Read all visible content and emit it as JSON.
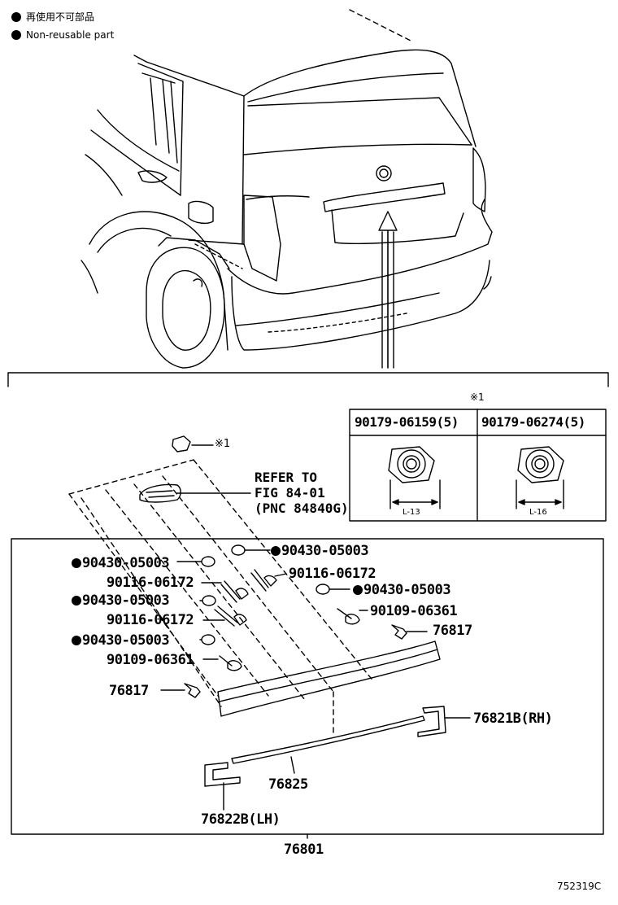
{
  "legend": {
    "jp": "再使用不可部品",
    "en": "Non-reusable part"
  },
  "note_marker": "※1",
  "refer": {
    "line1": "REFER TO",
    "line2": "FIG 84-01",
    "line3": "(PNC 84840G)"
  },
  "nut_table": {
    "col1_header": "90179-06159(5)",
    "col2_header": "90179-06274(5)",
    "col1_dim": "L-13",
    "col2_dim": "L-16"
  },
  "parts": {
    "p1": "90430-05003",
    "p2": "90430-05003",
    "p3": "90116-06172",
    "p4": "90116-06172",
    "p5": "90430-05003",
    "p6": "90430-05003",
    "p7": "90109-06361",
    "p8": "90116-06172",
    "p9": "90430-05003",
    "p10": "90109-06361",
    "p11": "76817",
    "p12": "76817",
    "p13": "76821B(RH)",
    "p14": "76825",
    "p15": "76822B(LH)",
    "p16": "76801"
  },
  "diagram_id": "752319C"
}
